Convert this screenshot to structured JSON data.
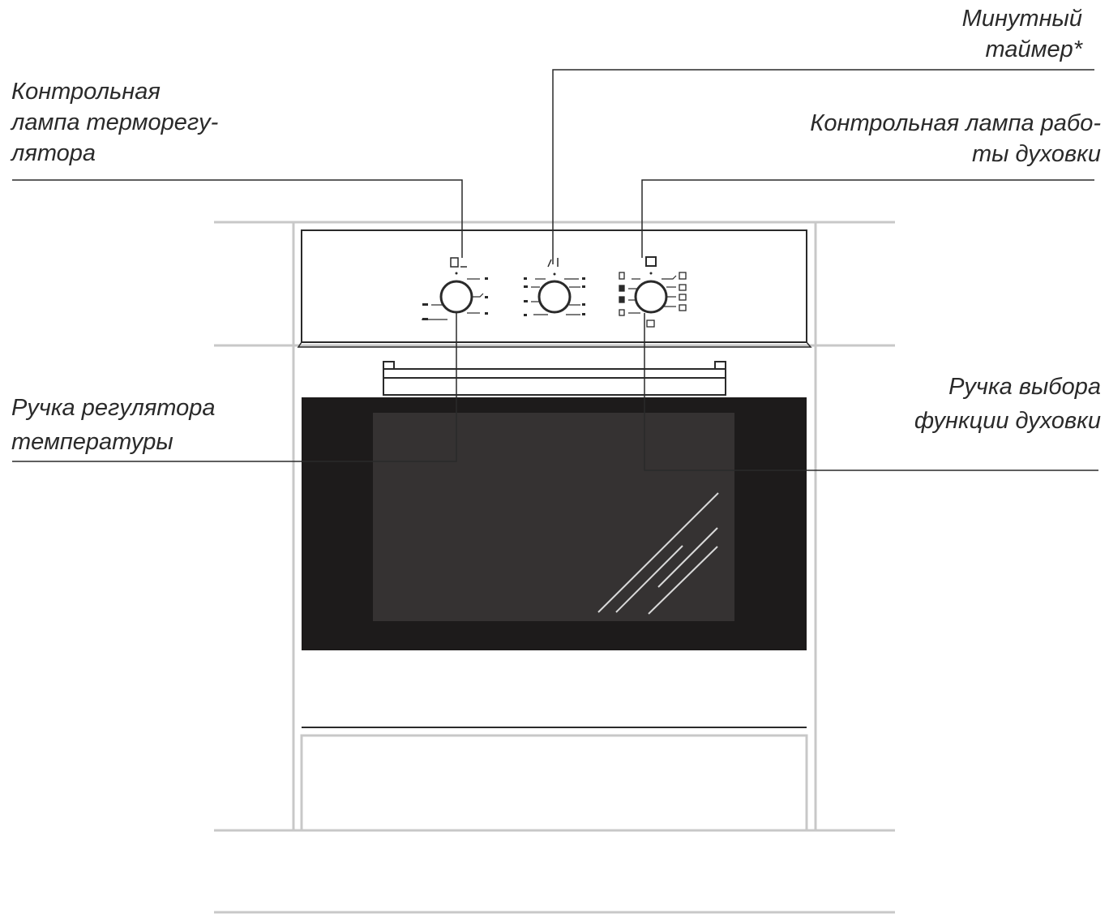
{
  "labels": {
    "timer": [
      "Минутный",
      "таймер*"
    ],
    "thermo_lamp": [
      "Контрольная",
      "лампа терморегу-",
      "лятора"
    ],
    "oven_lamp": [
      "Контрольная лампа рабо-",
      "ты духовки"
    ],
    "temp_knob": [
      "Ручка регулятора",
      "температуры"
    ],
    "function_knob": [
      "Ручка выбора",
      "функции духовки"
    ]
  },
  "colors": {
    "line": "#2a2a2a",
    "cabinet": "#c8c8c8",
    "door": "#1d1b1b",
    "window": "#353232",
    "reflection": "#d9d9d9"
  },
  "icons": {
    "temp_knob_mark": "thermometer-icon",
    "timer_knob_mark": "timer-icon",
    "function_knob_mark": "oven-lamp-icon"
  }
}
